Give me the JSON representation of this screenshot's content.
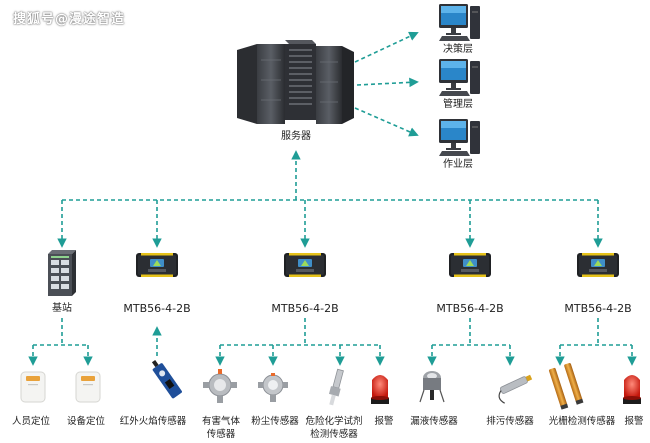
{
  "watermark": "搜狐号@漫途智造",
  "colors": {
    "connector": "#1f9d96"
  },
  "server": {
    "label": "服务器",
    "icon": "server-rack-icon"
  },
  "clients": [
    {
      "label": "决策层",
      "icon": "desktop-computer-icon"
    },
    {
      "label": "管理层",
      "icon": "desktop-computer-icon"
    },
    {
      "label": "作业层",
      "icon": "desktop-computer-icon"
    }
  ],
  "gateways": [
    {
      "label": "基站",
      "icon": "network-switch-icon"
    },
    {
      "label": "MTB56-4-2B",
      "icon": "data-logger-icon"
    },
    {
      "label": "MTB56-4-2B",
      "icon": "data-logger-icon"
    },
    {
      "label": "MTB56-4-2B",
      "icon": "data-logger-icon"
    },
    {
      "label": "MTB56-4-2B",
      "icon": "data-logger-icon"
    }
  ],
  "devices": [
    {
      "lines": [
        "人员定位"
      ],
      "icon": "tag-icon"
    },
    {
      "lines": [
        "设备定位"
      ],
      "icon": "tag-icon"
    },
    {
      "lines": [
        "红外火焰传感器"
      ],
      "icon": "flame-sensor-icon"
    },
    {
      "lines": [
        "有害气体",
        "传感器"
      ],
      "icon": "gas-detector-icon"
    },
    {
      "lines": [
        "粉尘传感器"
      ],
      "icon": "dust-sensor-icon"
    },
    {
      "lines": [
        "危险化学试剂",
        "检测传感器"
      ],
      "icon": "probe-sensor-icon"
    },
    {
      "lines": [
        "报警"
      ],
      "icon": "alarm-light-icon"
    },
    {
      "lines": [
        "漏液传感器"
      ],
      "icon": "leak-sensor-icon"
    },
    {
      "lines": [
        "排污传感器"
      ],
      "icon": "cylinder-sensor-icon"
    },
    {
      "lines": [
        "光栅检测传感器"
      ],
      "icon": "light-curtain-icon"
    },
    {
      "lines": [
        "报警"
      ],
      "icon": "alarm-light-icon"
    }
  ]
}
